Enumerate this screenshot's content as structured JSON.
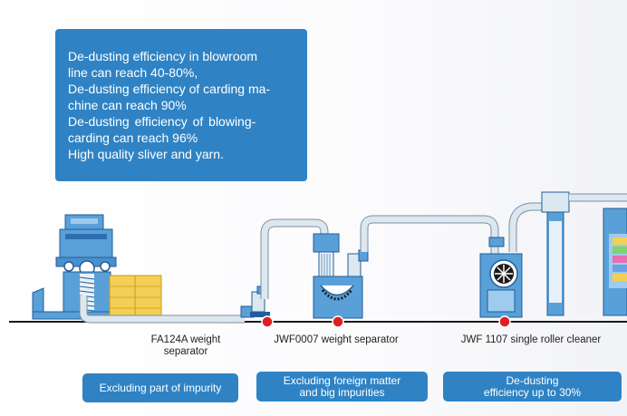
{
  "info_box": {
    "lines": [
      "De-dusting efficiency in blowroom",
      "line can reach 40-80%,",
      "De-dusting efficiency of carding ma-",
      "chine can reach 90%",
      "De-dusting  efficiency  of  blowing-",
      "carding can reach 96%",
      "High quality sliver and yarn."
    ]
  },
  "machines": [
    {
      "name": "FA124A weight",
      "name2": "separator"
    },
    {
      "name": "JWF0007 weight separator"
    },
    {
      "name": "JWF 1107 single roller cleaner"
    }
  ],
  "buttons": [
    {
      "label": "Excluding part of impurity"
    },
    {
      "label": "Excluding foreign matter",
      "label2": "and big impurities"
    },
    {
      "label": "De-dusting",
      "label2": "efficiency up to 30%"
    }
  ],
  "colors": {
    "accent": "#2f83c4",
    "machine_blue": "#5aa0d8",
    "machine_dark": "#1f5e9a",
    "duct": "#dde7ef",
    "marker": "#e02020",
    "bale": "#f3cf55"
  }
}
